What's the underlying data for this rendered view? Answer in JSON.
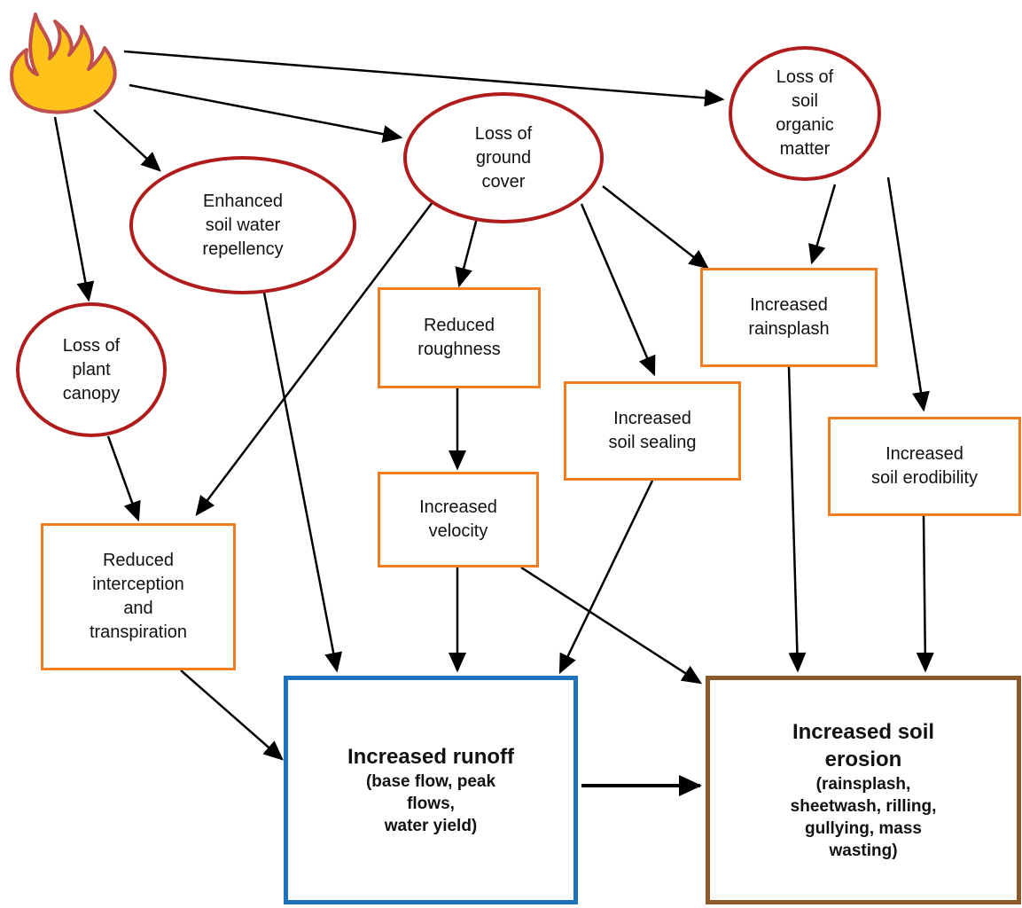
{
  "nodes": {
    "soil_organic_matter": [
      "Loss of",
      "soil",
      "organic",
      "matter"
    ],
    "ground_cover": [
      "Loss of",
      "ground",
      "cover"
    ],
    "water_repellency": [
      "Enhanced",
      "soil water",
      "repellency"
    ],
    "plant_canopy": [
      "Loss of",
      "plant",
      "canopy"
    ],
    "reduced_roughness": [
      "Reduced",
      "roughness"
    ],
    "increased_rainsplash": [
      "Increased",
      "rainsplash"
    ],
    "increased_soil_sealing": [
      "Increased",
      "soil sealing"
    ],
    "increased_soil_erodibility": [
      "Increased",
      "soil erodibility"
    ],
    "increased_velocity": [
      "Increased",
      "velocity"
    ],
    "reduced_interception": [
      "Reduced",
      "interception",
      "and",
      "transpiration"
    ]
  },
  "runoff": {
    "title": "Increased runoff",
    "sub": [
      "(base flow, peak",
      "flows,",
      "water yield)"
    ]
  },
  "erosion": {
    "title": [
      "Increased soil",
      "erosion"
    ],
    "sub": [
      "(rainsplash,",
      "sheetwash, rilling,",
      "gullying, mass",
      "wasting)"
    ]
  },
  "colors": {
    "ellipse_border": "#b01c1c",
    "rect_border": "#f07d22",
    "runoff_border": "#1e73be",
    "erosion_border": "#8b5a2b",
    "flame_fill": "#ffc21a",
    "flame_outline": "#c0504d"
  }
}
